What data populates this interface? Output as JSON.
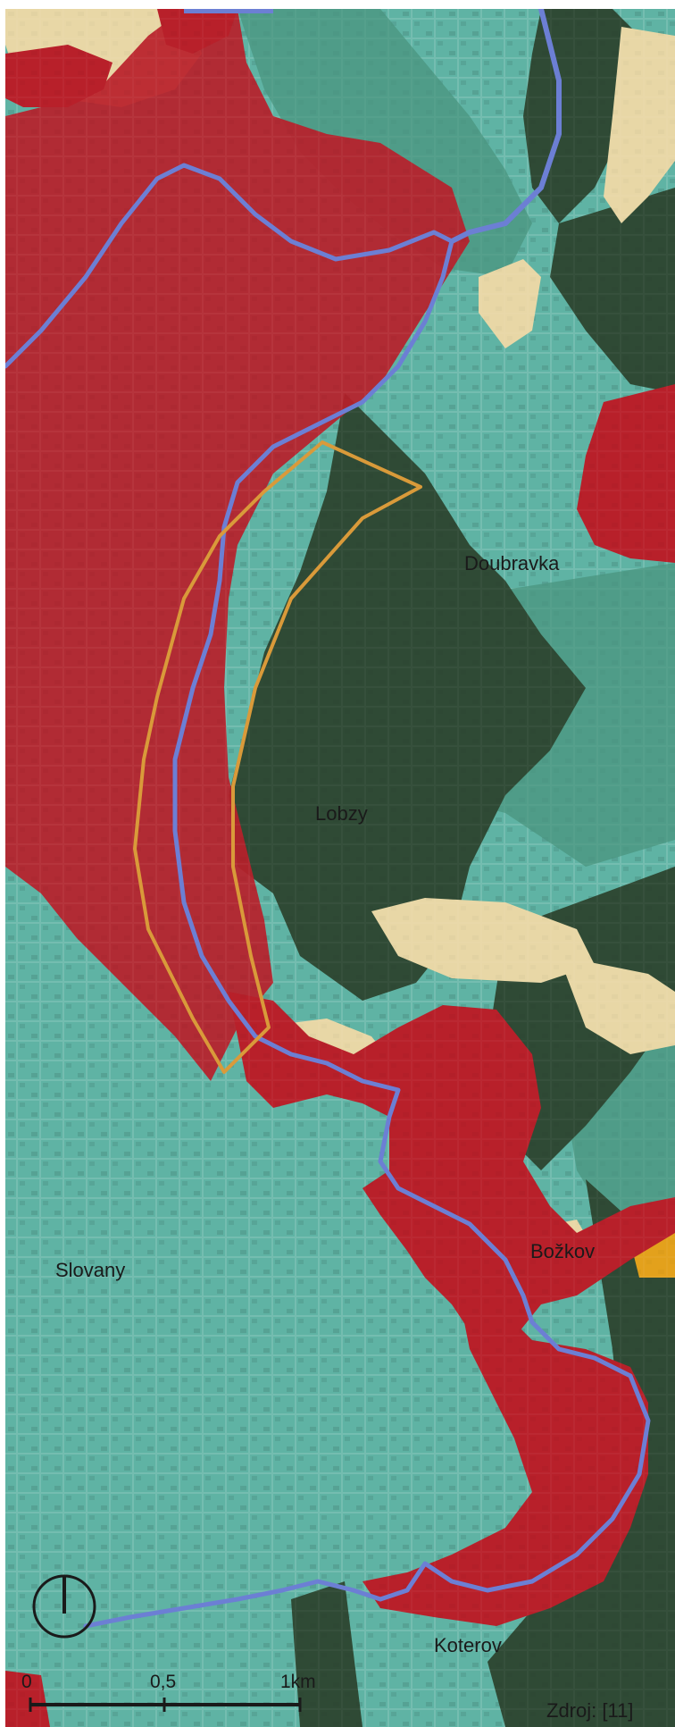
{
  "map": {
    "places": {
      "doubravka": "Doubravka",
      "lobzy": "Lobzy",
      "slovany": "Slovany",
      "bozkov": "Božkov",
      "koterov": "Koterov"
    },
    "scale": {
      "start": "0",
      "mid": "0,5",
      "end": "1km"
    },
    "source": "Zdroj: [11]",
    "north_arrow": "north-arrow-icon",
    "colors": {
      "industrial_zone": "#b8202a",
      "residential_zone": "#5fb3a4",
      "forest": "#2f4a35",
      "green_space": "#4f9c88",
      "open_land": "#e8d7a6",
      "river": "#6c7fd4",
      "study_area_outline": "#d99a3a",
      "accent_orange": "#e3a11c"
    }
  }
}
